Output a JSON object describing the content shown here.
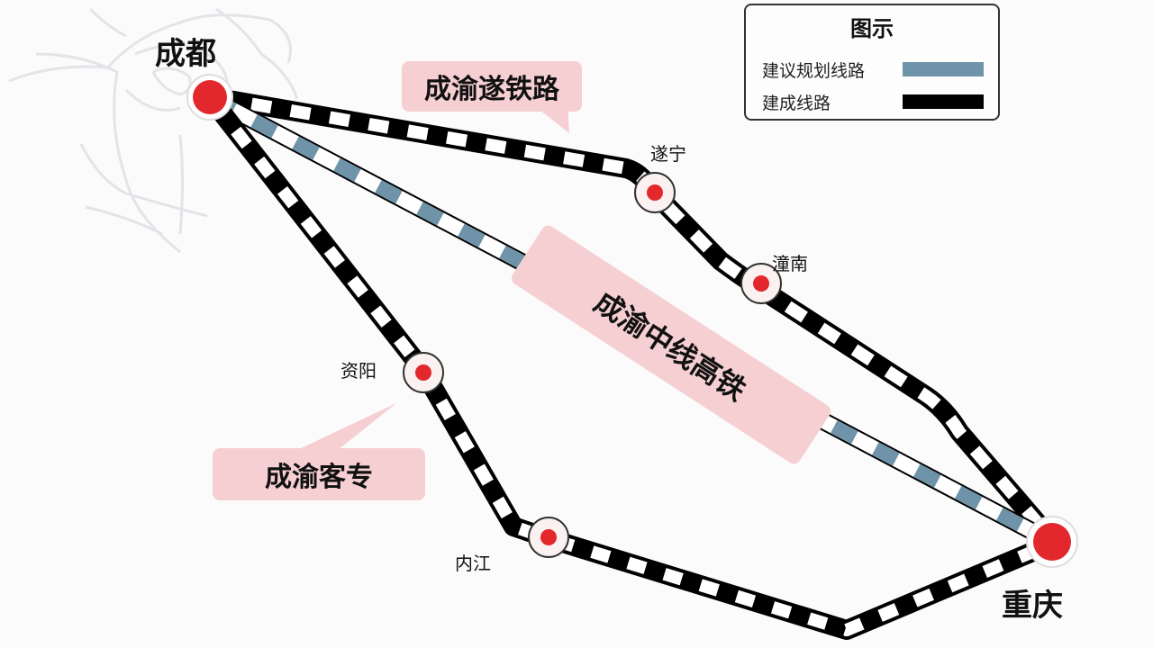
{
  "legend": {
    "title": "图示",
    "items": [
      {
        "label": "建议规划线路",
        "color": "#6f93a8"
      },
      {
        "label": "建成线路",
        "color": "#000000"
      }
    ]
  },
  "cities": {
    "chengdu": {
      "name": "成都"
    },
    "chongqing": {
      "name": "重庆"
    },
    "suining": {
      "name": "遂宁"
    },
    "tongnan": {
      "name": "潼南"
    },
    "ziyang": {
      "name": "资阳"
    },
    "neijiang": {
      "name": "内江"
    }
  },
  "routes": {
    "chengyu_sui": {
      "label": "成渝遂铁路",
      "status": "建成线路"
    },
    "chengyu_zhongxian": {
      "label": "成渝中线高铁",
      "status": "建议规划线路"
    },
    "chengyu_kezhuan": {
      "label": "成渝客专",
      "status": "建成线路"
    }
  },
  "colors": {
    "station_red": "#e2282c",
    "planned_blue": "#6f93a8",
    "built_black": "#000000",
    "callout_pink": "#f6cfd2"
  }
}
